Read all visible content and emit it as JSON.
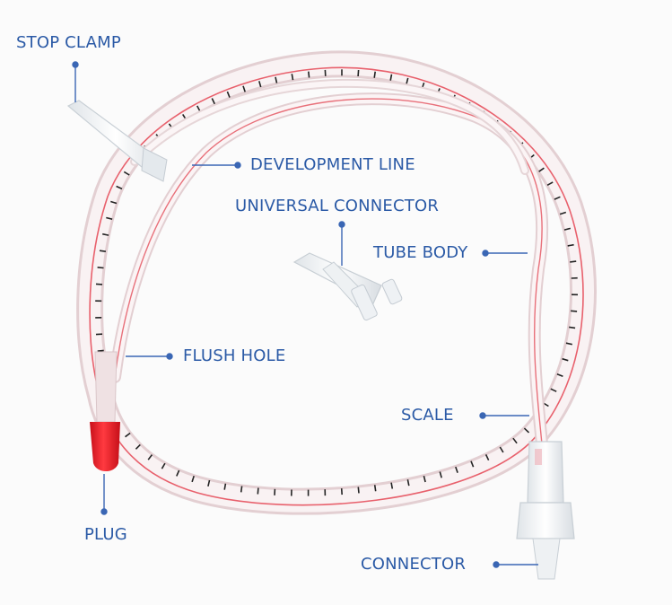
{
  "labels": {
    "stop_clamp": "STOP CLAMP",
    "development_line": "DEVELOPMENT LINE",
    "universal_connector": "UNIVERSAL CONNECTOR",
    "tube_body": "TUBE BODY",
    "flush_hole": "FLUSH HOLE",
    "scale": "SCALE",
    "plug": "PLUG",
    "connector": "CONNECTOR"
  },
  "colors": {
    "label_text": "#2b5aa6",
    "leader_line": "#3a66b4",
    "tube_outline": "#e5d2d4",
    "tube_fill": "#f8eef0",
    "development_line": "#e45563",
    "scale_marks": "#222222",
    "plug": "#ee1c25",
    "transparent_plastic": "#e9edf0"
  }
}
